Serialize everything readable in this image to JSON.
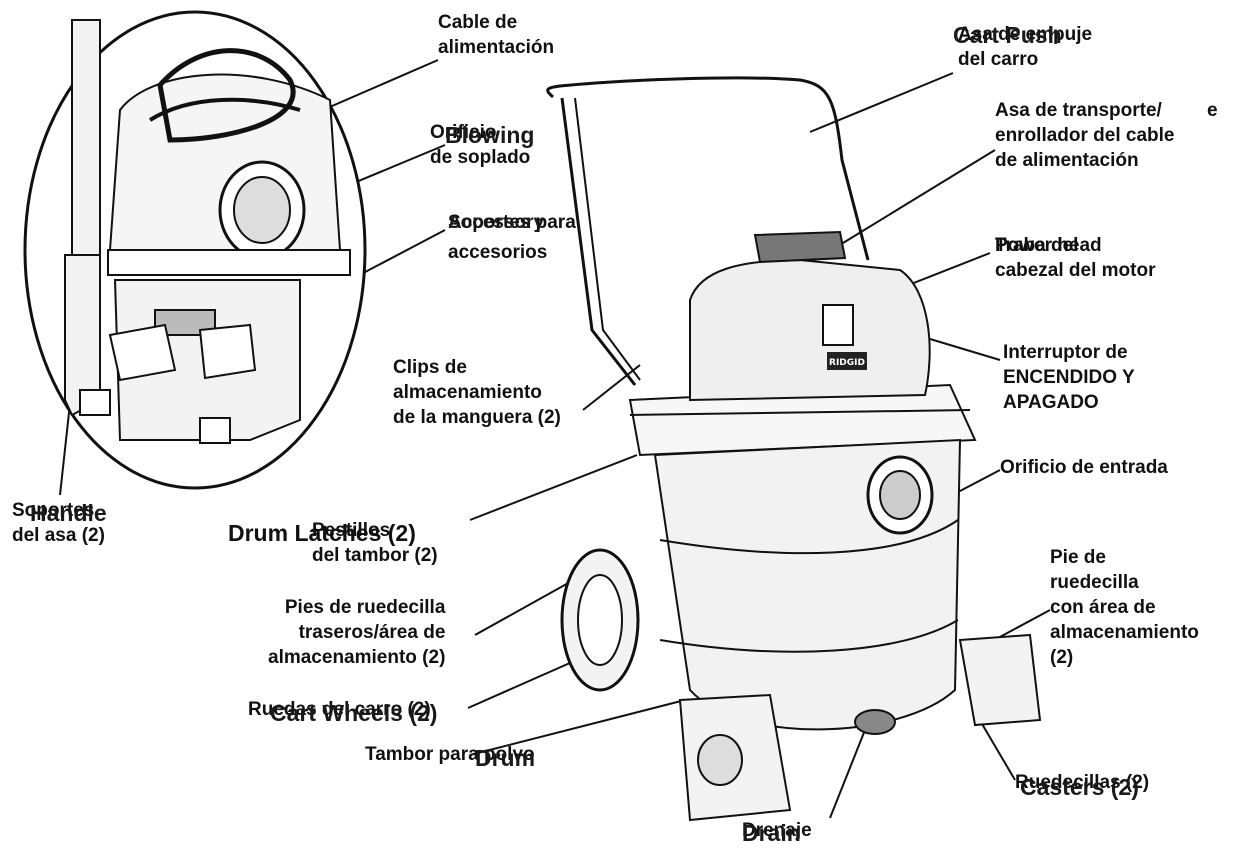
{
  "labels": {
    "cable": "Cable de\nalimentación",
    "asa_carro": "Asa de empuje\ndel carro",
    "cart_push": "Cart Push",
    "handle_e": "e",
    "asa_transporte": "Asa de transporte/\nenrollador del cable\nde alimentación",
    "orificio_soplado": "Orificio\nde soplado",
    "blowing": "Blowing",
    "soportes_acc": "Soportes para",
    "accessory": "Accessory",
    "accesorios": "accesorios",
    "power_head": "Power head",
    "traba_cabezal": "Traba del\ncabezal del motor",
    "clips": "Clips de\nalmacenamiento\nde la manguera (2)",
    "interruptor": "Interruptor de\nENCENDIDO Y\nAPAGADO",
    "orificio_entrada": "Orificio de entrada",
    "soportes_asa": "Soportes\ndel asa (2)",
    "handle": "Handle",
    "drum_latches": "Drum Latches (2)",
    "pestillos": "Pestillos\ndel tambor (2)",
    "pie_ruedecilla": "Pie de\nruedecilla\ncon área de\nalmacenamiento\n(2)",
    "pies_traseros": "Pies de ruedecilla\ntraseros/área de\nalmacenamiento (2)",
    "ruedas_carro": "Ruedas del carro (2)",
    "cart_wheels": "Cart Wheels (2)",
    "tambor": "Tambor para polvo",
    "drum": "Drum",
    "ruedecillas": "Ruedecillas (2)",
    "casters": "Casters (2)",
    "drenaje": "Drenaje",
    "drain": "Drain",
    "brand_logo": "RIDGID"
  }
}
